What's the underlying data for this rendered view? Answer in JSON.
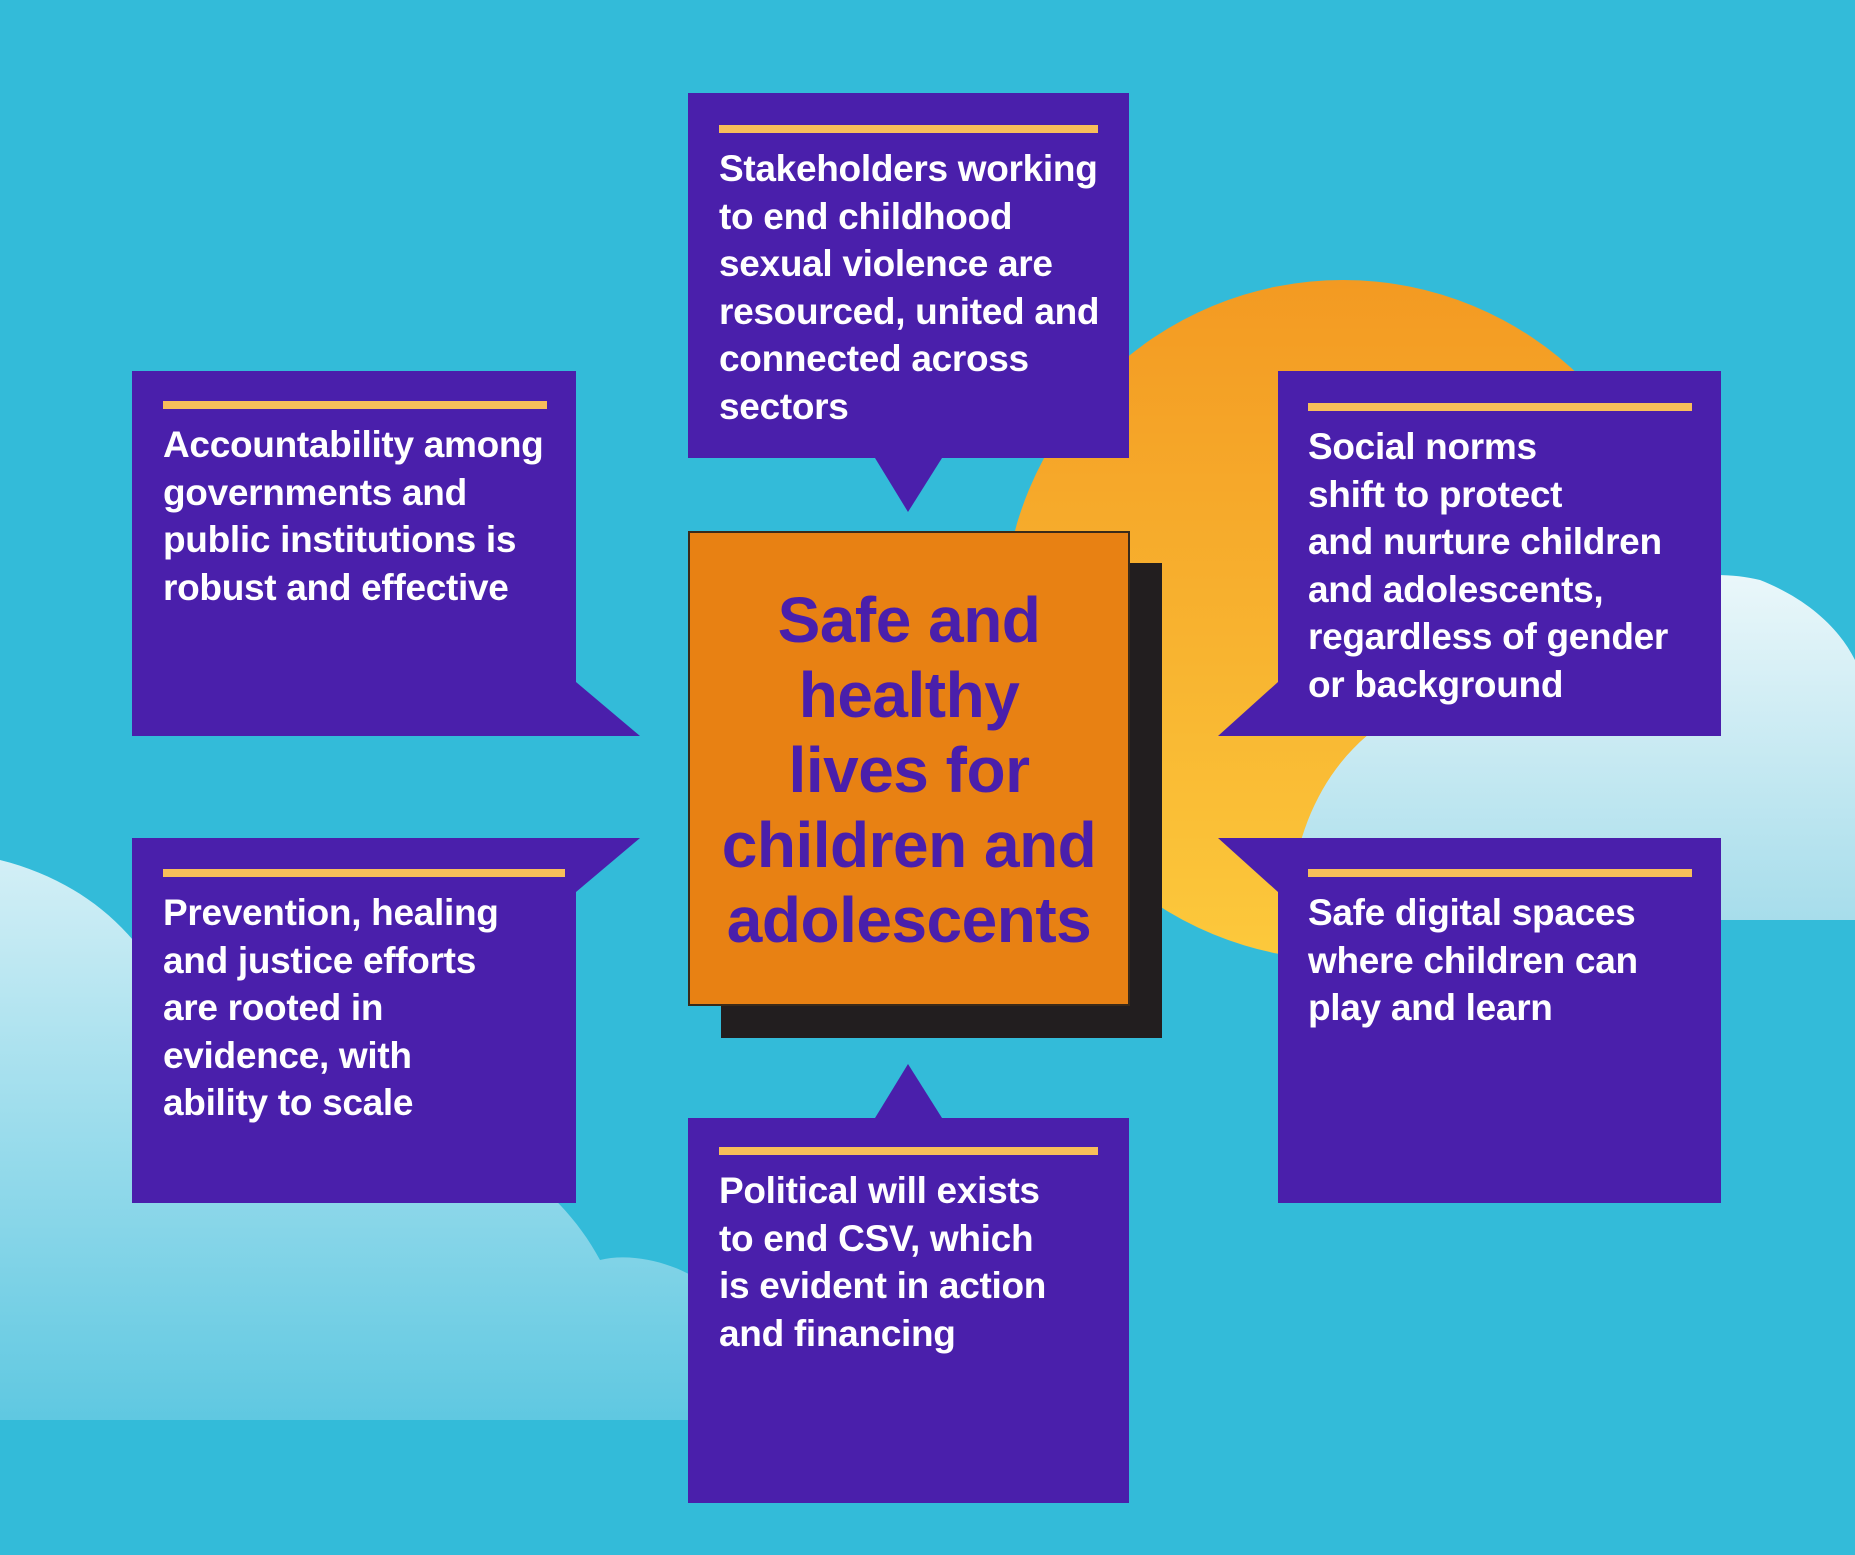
{
  "colors": {
    "background": "#33BBD9",
    "box": "#4A1FAB",
    "accent_rule": "#F8BE5A",
    "center_fill": "#E88113",
    "center_text": "#4A1FAB",
    "shadow": "#221E1F",
    "sun": "#F6A428"
  },
  "center": {
    "label": "Safe and\nhealthy\nlives for\nchildren and\nadolescents"
  },
  "boxes": {
    "top": "Stakeholders working\nto end childhood\nsexual violence are\nresourced, united and\nconnected across\nsectors",
    "left_top": "Accountability among\ngovernments and\npublic institutions is\nrobust and effective",
    "right_top": "Social norms\nshift to protect\nand nurture children\nand adolescents,\nregardless of gender\nor background",
    "left_bottom": "Prevention, healing\nand justice efforts\nare rooted in\nevidence, with\nability to scale",
    "right_bottom": "Safe digital spaces\nwhere children can\nplay and learn",
    "bottom": "Political will exists\nto end CSV, which\nis evident in action\nand financing"
  }
}
